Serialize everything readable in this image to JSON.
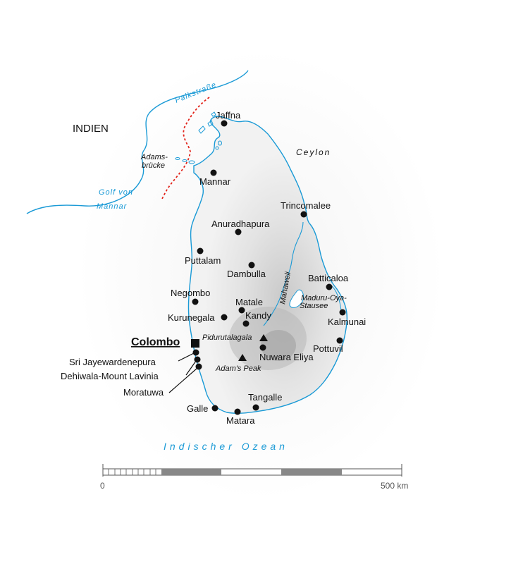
{
  "country_label": "INDIEN",
  "region_label": "Ceylon",
  "water": {
    "palk_strait": "Palkstraße",
    "gulf_line1": "Golf von",
    "gulf_line2": "Mannar",
    "ocean": "Indischer Ozean",
    "river": "Mahaweli",
    "reservoir_line1": "Maduru-Oya-",
    "reservoir_line2": "Stausee"
  },
  "adams_bridge_line1": "Adams-",
  "adams_bridge_line2": "brücke",
  "capital": "Colombo",
  "cities": {
    "jaffna": "Jaffna",
    "mannar": "Mannar",
    "trincomalee": "Trincomalee",
    "anuradhapura": "Anuradhapura",
    "puttalam": "Puttalam",
    "dambulla": "Dambulla",
    "batticaloa": "Batticaloa",
    "negombo": "Negombo",
    "matale": "Matale",
    "kurunegala": "Kurunegala",
    "kandy": "Kandy",
    "kalmunai": "Kalmunai",
    "pottuvil": "Pottuvil",
    "nuwara_eliya": "Nuwara Eliya",
    "sri_jayewardenepura": "Sri Jayewardenepura",
    "dehiwala": "Dehiwala-Mount Lavinia",
    "moratuwa": "Moratuwa",
    "galle": "Galle",
    "tangalle": "Tangalle",
    "matara": "Matara"
  },
  "peaks": {
    "pidurutalagala": "Pidurutalagala",
    "adams_peak": "Adam's Peak"
  },
  "scale": {
    "start": "0",
    "end": "500 km"
  },
  "colors": {
    "water": "#1a9ad6",
    "border_dashed": "#e2231a",
    "land": "#ececec",
    "marker": "#111111"
  }
}
